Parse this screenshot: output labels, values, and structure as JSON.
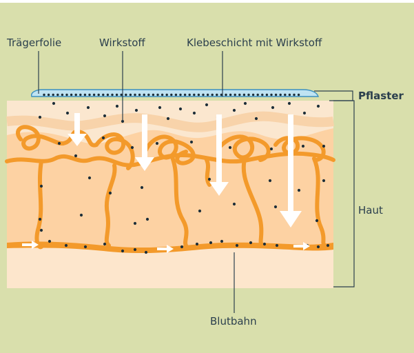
{
  "labels": {
    "carrier_film": "Trägerfolie",
    "active_ingredient": "Wirkstoff",
    "adhesive_layer": "Klebeschicht mit Wirkstoff",
    "patch": "Pflaster",
    "skin": "Haut",
    "bloodstream": "Blutbahn"
  },
  "colors": {
    "background": "#d9dfac",
    "skin_light": "#fde6cc",
    "skin_mid": "#fdd2a3",
    "skin_upper": "#fce3c4",
    "vessel": "#f39a2b",
    "patch_fill": "#bfe3f2",
    "patch_stroke": "#3a8fc0",
    "dot": "#1d2f3a",
    "arrow": "#ffffff",
    "bracket": "#2b3f4d"
  }
}
